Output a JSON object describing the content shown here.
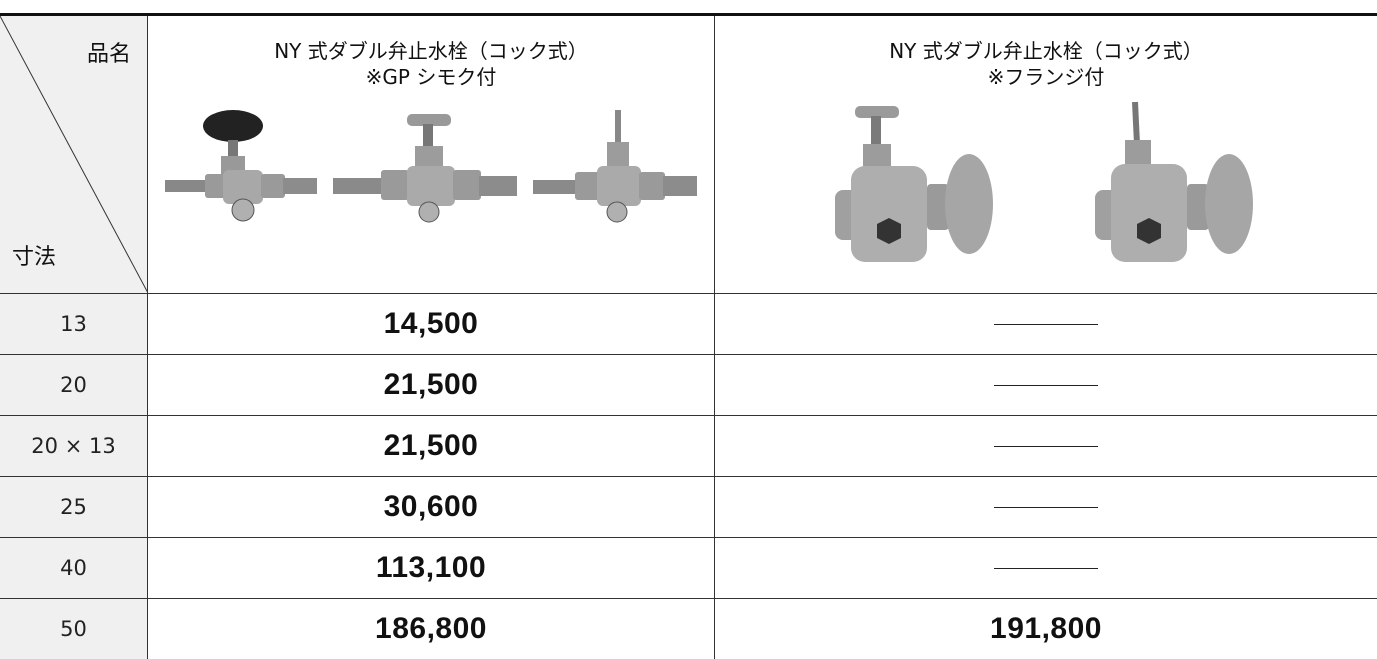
{
  "header": {
    "corner_top": "品名",
    "corner_bottom": "寸法",
    "col1_line1": "NY 式ダブル弁止水栓（コック式）",
    "col1_line2": "※GP シモク付",
    "col2_line1": "NY 式ダブル弁止水栓（コック式）",
    "col2_line2": "※フランジ付"
  },
  "rows": [
    {
      "size": "13",
      "price1": "14,500",
      "price2": ""
    },
    {
      "size": "20",
      "price1": "21,500",
      "price2": ""
    },
    {
      "size": "20 × 13",
      "price1": "21,500",
      "price2": ""
    },
    {
      "size": "25",
      "price1": "30,600",
      "price2": ""
    },
    {
      "size": "40",
      "price1": "113,100",
      "price2": ""
    },
    {
      "size": "50",
      "price1": "186,800",
      "price2": "191,800"
    }
  ]
}
